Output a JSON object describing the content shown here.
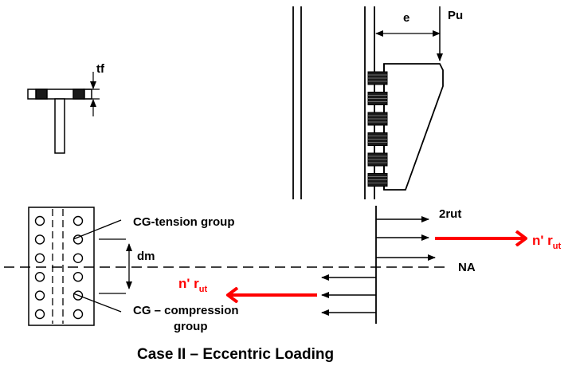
{
  "labels": {
    "tf": "tf",
    "e": "e",
    "pu": "Pu",
    "two_rut": "2rut",
    "na": "NA",
    "dm": "dm",
    "cg_tension": "CG-tension group",
    "cg_compression_line1": "CG – compression",
    "cg_compression_line2": "group",
    "tension_force": {
      "main": "n' r",
      "sub": "ut"
    },
    "compression_force": {
      "main": "n' r",
      "sub": "ut"
    },
    "caption": "Case II – Eccentric Loading"
  },
  "colors": {
    "line": "#000000",
    "force_arrow": "#ff0000",
    "bolt_fill": "#1a1a1a",
    "background": "#ffffff"
  },
  "bolts": {
    "rows": 6,
    "columns": 2
  }
}
